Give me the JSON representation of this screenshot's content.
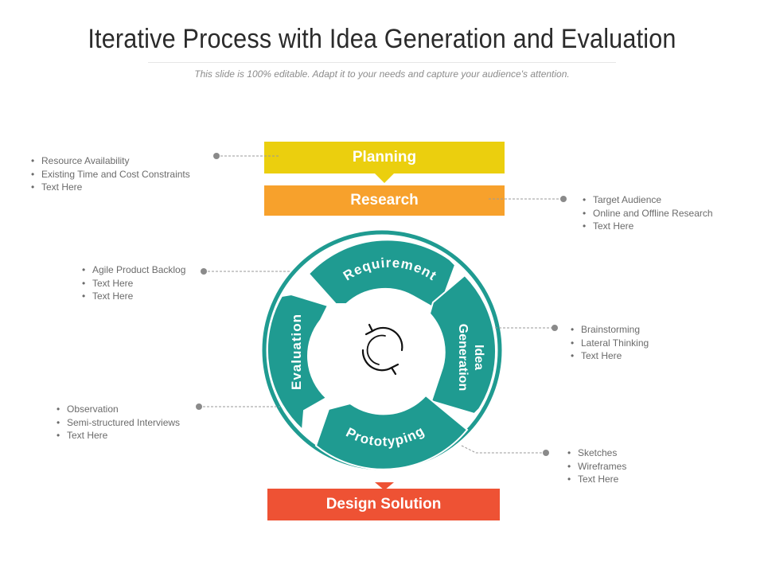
{
  "header": {
    "title": "Iterative Process with Idea Generation and Evaluation",
    "subtitle": "This slide is 100% editable. Adapt it to your needs and capture your audience's attention."
  },
  "stages": {
    "planning": "Planning",
    "research": "Research",
    "design_solution": "Design Solution"
  },
  "cycle": {
    "requirement": "Requirement",
    "idea_generation_line1": "Idea",
    "idea_generation_line2": "Generation",
    "prototyping": "Prototyping",
    "evaluation": "Evaluation"
  },
  "notes": {
    "planning": [
      "Resource Availability",
      "Existing Time and Cost Constraints",
      "Text Here"
    ],
    "research": [
      "Target Audience",
      "Online and Offline Research",
      "Text Here"
    ],
    "requirement": [
      "Agile Product Backlog",
      "Text Here",
      "Text Here"
    ],
    "idea_generation": [
      "Brainstorming",
      "Lateral Thinking",
      "Text Here"
    ],
    "evaluation": [
      "Observation",
      "Semi-structured Interviews",
      "Text Here"
    ],
    "prototyping": [
      "Sketches",
      "Wireframes",
      "Text Here"
    ]
  },
  "colors": {
    "planning": "#ebcf0e",
    "research": "#f7a12c",
    "design_solution": "#ee5234",
    "cycle": "#1f9b91",
    "connector": "#9a9a9a"
  },
  "icons": {
    "center": "refresh-cycle-icon"
  }
}
